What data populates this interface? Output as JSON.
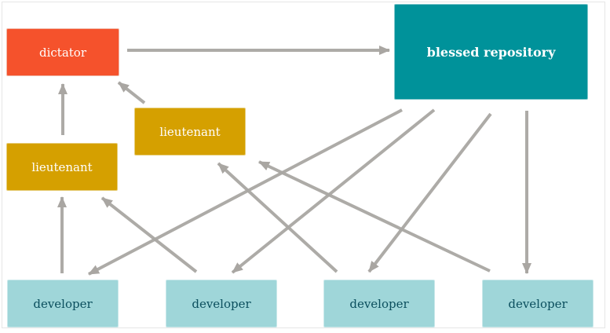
{
  "nodes": {
    "dictator": "dictator",
    "blessed_repository": "blessed repository",
    "lieutenant_upper": "lieutenant",
    "lieutenant_left": "lieutenant",
    "developer_1": "developer",
    "developer_2": "developer",
    "developer_3": "developer",
    "developer_4": "developer"
  },
  "colors": {
    "dictator": "#f5522c",
    "blessed_repository": "#00929a",
    "lieutenant": "#d5a000",
    "developer": "#9fd6d9",
    "developer_text": "#0b4f5e",
    "arrow": "#a9a6a2"
  }
}
